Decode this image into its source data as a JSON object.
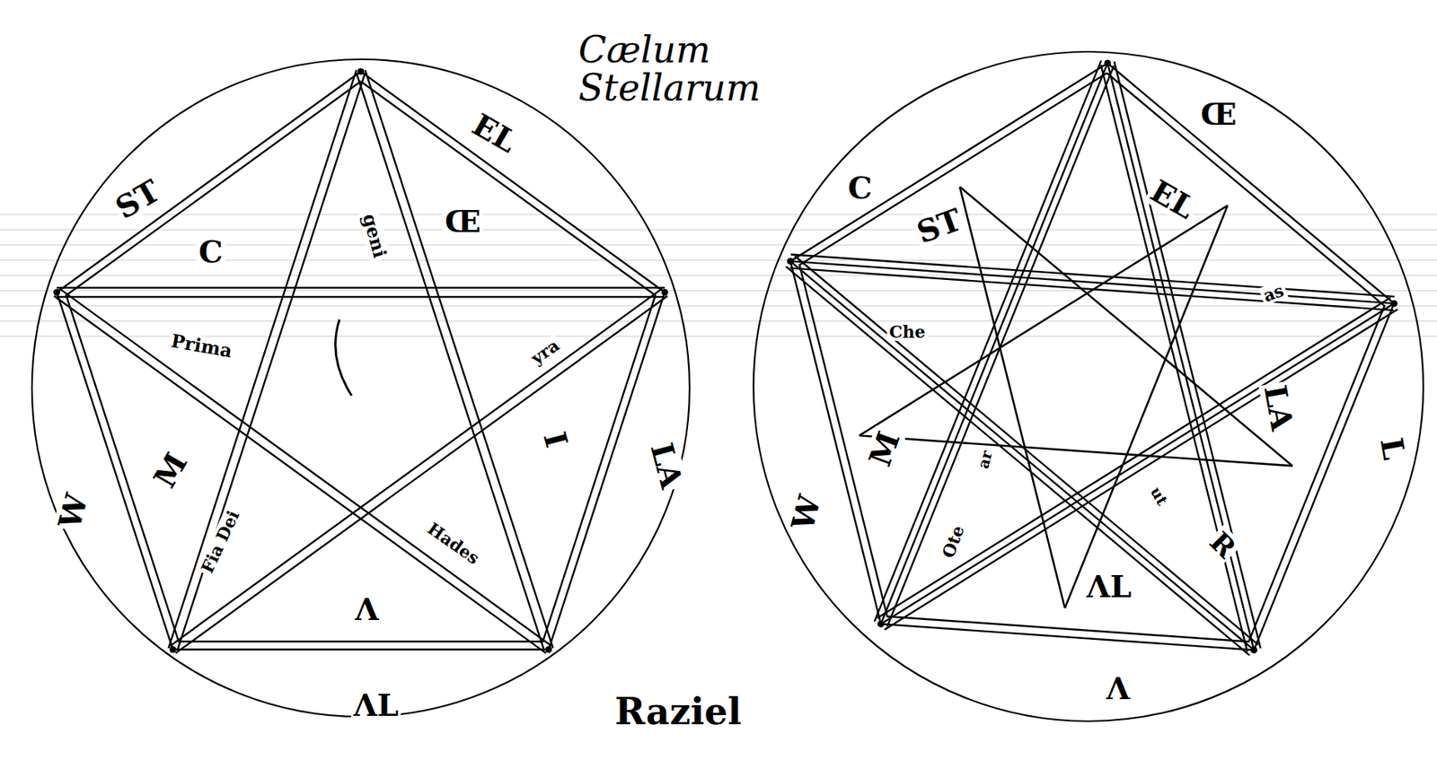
{
  "diagram": {
    "title": "Cælum Stellarum",
    "labels": [
      "ST",
      "EL",
      "LA",
      "ΛL",
      "W",
      "C",
      "Œ",
      "I",
      "Λ",
      "M",
      "geni",
      "Prima",
      "yra",
      "Fia Dei",
      "Hades",
      "C",
      "Œ",
      "ST",
      "EL",
      "LA",
      "L",
      "ΛL",
      "Λ",
      "W",
      "M",
      "Che",
      "as",
      "ar",
      "Ote",
      "ut",
      "R",
      "Raziel"
    ]
  }
}
